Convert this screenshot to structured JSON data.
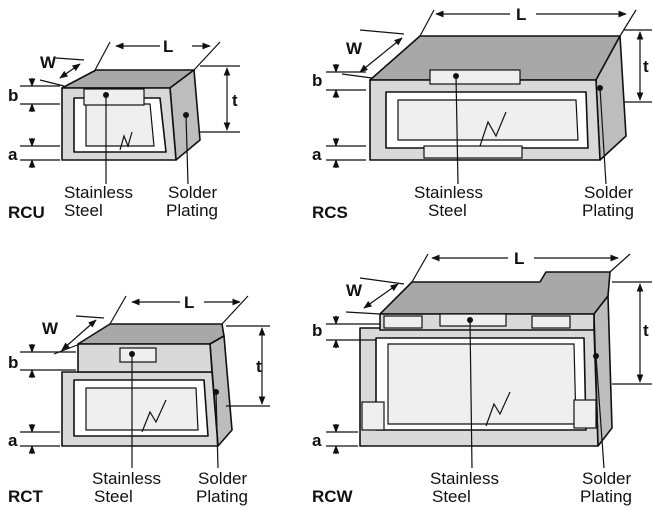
{
  "dims": {
    "L": "L",
    "W": "W",
    "t": "t",
    "a": "a",
    "b": "b"
  },
  "labels": {
    "stainless_line1": "Stainless",
    "stainless_line2": "Steel",
    "solder_line1": "Solder",
    "solder_line2": "Plating"
  },
  "parts": {
    "rcu": "RCU",
    "rcs": "RCS",
    "rct": "RCT",
    "rcw": "RCW"
  }
}
